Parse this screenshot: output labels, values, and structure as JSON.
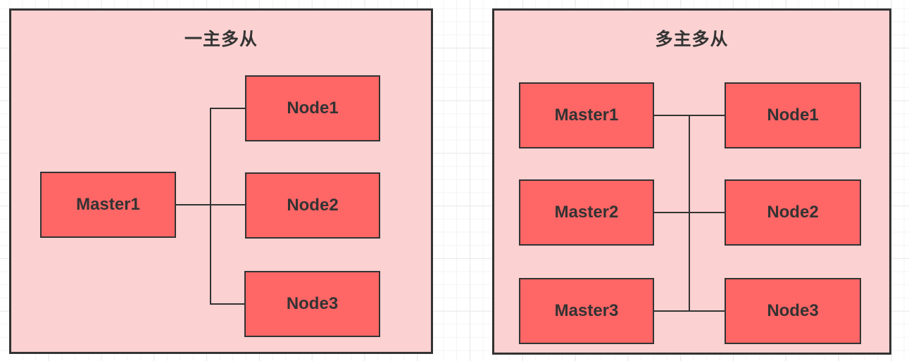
{
  "colors": {
    "panel_fill": "#fbd1d1",
    "box_fill": "#ff6666",
    "stroke": "#333333",
    "text": "#333333",
    "grid_minor": "#f4f4f4",
    "grid_major": "#e9e9e9",
    "canvas_background": "#ffffff"
  },
  "panels": [
    {
      "title": "一主多从",
      "boxes": [
        {
          "label": "Master1",
          "role": "master"
        },
        {
          "label": "Node1",
          "role": "slave"
        },
        {
          "label": "Node2",
          "role": "slave"
        },
        {
          "label": "Node3",
          "role": "slave"
        }
      ],
      "edges": [
        {
          "from": "Master1",
          "to": "Node1"
        },
        {
          "from": "Master1",
          "to": "Node2"
        },
        {
          "from": "Master1",
          "to": "Node3"
        }
      ]
    },
    {
      "title": "多主多从",
      "boxes": [
        {
          "label": "Master1",
          "role": "master"
        },
        {
          "label": "Master2",
          "role": "master"
        },
        {
          "label": "Master3",
          "role": "master"
        },
        {
          "label": "Node1",
          "role": "slave"
        },
        {
          "label": "Node2",
          "role": "slave"
        },
        {
          "label": "Node3",
          "role": "slave"
        }
      ],
      "edges": [
        {
          "from": "Master1",
          "to": "Node1"
        },
        {
          "from": "Master2",
          "to": "Node2"
        },
        {
          "from": "Master3",
          "to": "Node3"
        },
        {
          "bus": "vertical bus joining all three rows"
        }
      ]
    }
  ]
}
